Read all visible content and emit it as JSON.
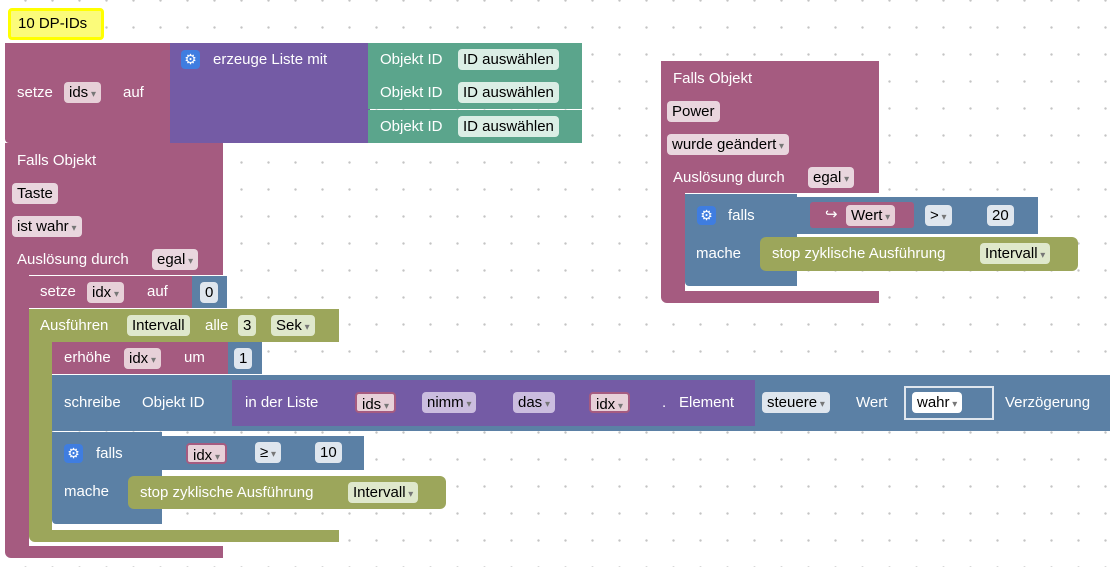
{
  "comment_label": "10 DP-IDs",
  "set_ids": {
    "setze": "setze",
    "var": "ids",
    "auf": "auf",
    "list_label": "erzeuge Liste mit",
    "items": [
      {
        "label": "Objekt ID",
        "value": "ID auswählen"
      },
      {
        "label": "Objekt ID",
        "value": "ID auswählen"
      },
      {
        "label": "Objekt ID",
        "value": "ID auswählen"
      }
    ]
  },
  "trigger_left": {
    "falls_objekt": "Falls Objekt",
    "object": "Taste",
    "condition": "ist wahr",
    "ausloesung": "Auslösung durch",
    "ausloesung_val": "egal"
  },
  "set_idx": {
    "setze": "setze",
    "var": "idx",
    "auf": "auf",
    "value": "0"
  },
  "interval": {
    "ausfuehren": "Ausführen",
    "name": "Intervall",
    "alle": "alle",
    "value": "3",
    "unit": "Sek"
  },
  "increase": {
    "label": "erhöhe",
    "var": "idx",
    "um": "um",
    "value": "1"
  },
  "write": {
    "schreibe": "schreibe",
    "objekt_id": "Objekt ID",
    "in_der_liste": "in der Liste",
    "list_var": "ids",
    "nimm": "nimm",
    "das": "das",
    "index_var": "idx",
    "dot": ".",
    "element": "Element",
    "steuere": "steuere",
    "wert": "Wert",
    "value": "wahr",
    "verzoegerung": "Verzögerung"
  },
  "if_left": {
    "falls": "falls",
    "var": "idx",
    "op": "≥",
    "value": "10",
    "mache": "mache",
    "stop": "stop zyklische Ausführung",
    "stop_val": "Intervall"
  },
  "trigger_right": {
    "falls_objekt": "Falls Objekt",
    "object": "Power",
    "condition": "wurde geändert",
    "ausloesung": "Auslösung durch",
    "ausloesung_val": "egal",
    "falls": "falls",
    "wert": "Wert",
    "op": ">",
    "value": "20",
    "mache": "mache",
    "stop": "stop zyklische Ausführung",
    "stop_val": "Intervall"
  },
  "colors": {
    "trigger": "#a55b80",
    "list": "#745ba5",
    "teal": "#5ba58c",
    "logic": "#5b80a5",
    "timer": "#9ca65b",
    "comment": "#ffff00"
  }
}
